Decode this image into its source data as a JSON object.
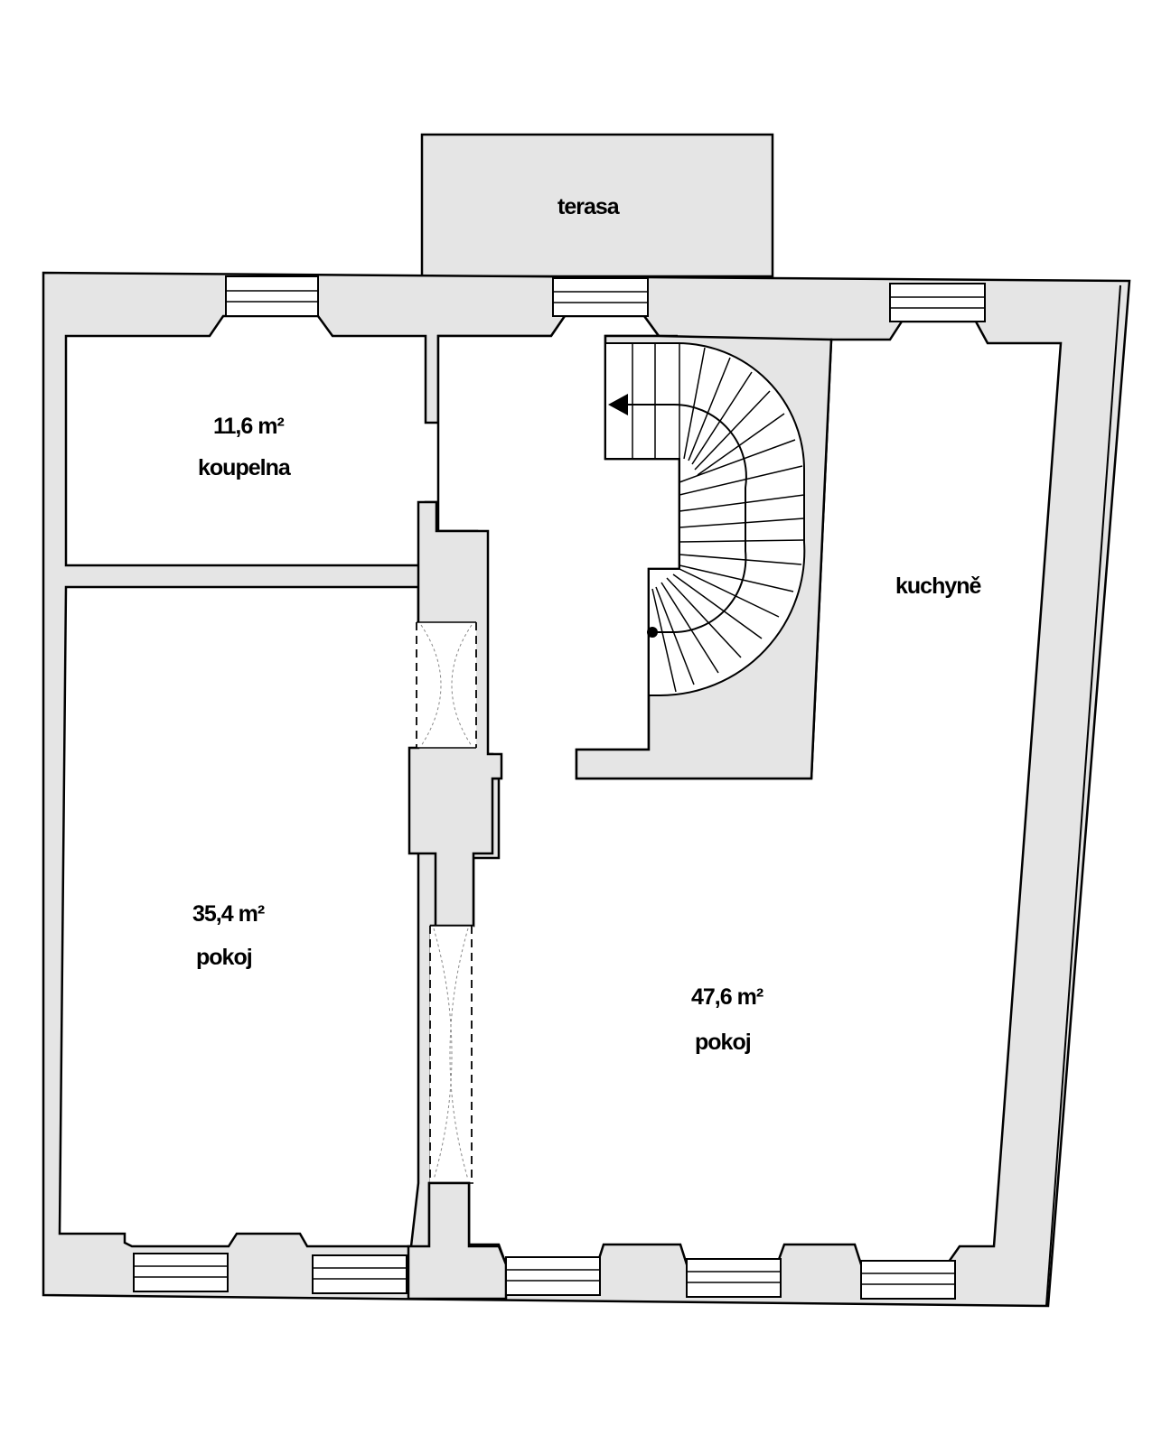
{
  "rooms": {
    "terrace": {
      "name": "terasa"
    },
    "bathroom": {
      "area": "11,6 m²",
      "name": "koupelna"
    },
    "kitchen": {
      "name": "kuchyně"
    },
    "room_left": {
      "area": "35,4 m²",
      "name": "pokoj"
    },
    "room_right": {
      "area": "47,6 m²",
      "name": "pokoj"
    }
  },
  "colors": {
    "wall_fill": "#e5e5e5",
    "outline": "#000000",
    "background": "#ffffff"
  }
}
